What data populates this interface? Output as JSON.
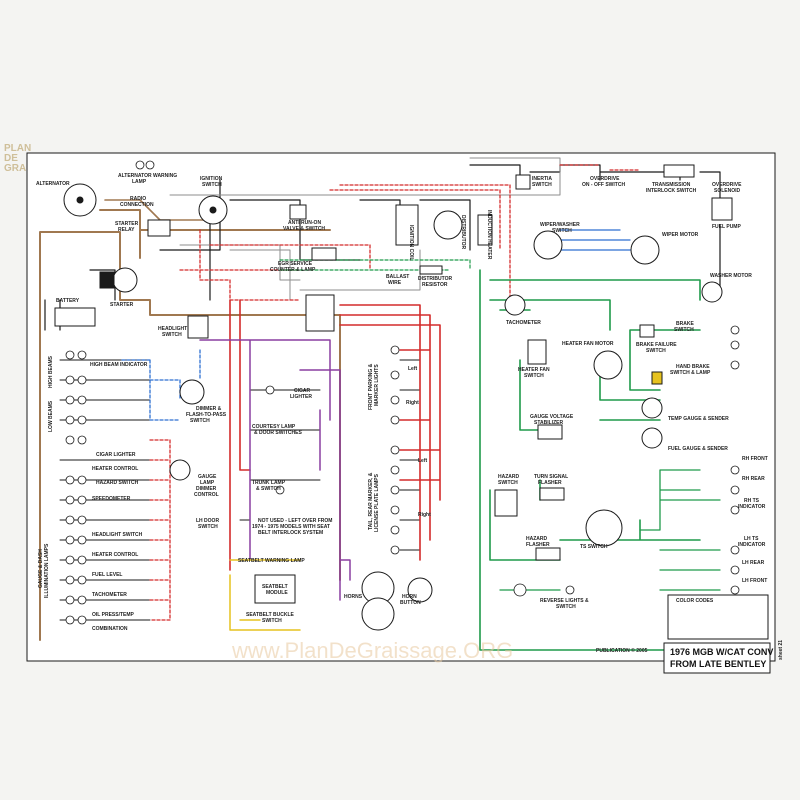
{
  "watermark": {
    "corner_lines": [
      "PLAN",
      "DE",
      "GRAISSAGE"
    ],
    "bottom": "www.PlanDeGraissage.ORG"
  },
  "title": {
    "line1": "1976 MGB W/CAT CONV",
    "line2": "FROM LATE BENTLEY"
  },
  "sheet": "sheet 21",
  "publisher": "PUBLICATION © 2005",
  "colors": {
    "black": "#1a1a1a",
    "red": "#d42b2b",
    "green": "#1f9a4a",
    "brown": "#a07850",
    "blue": "#2d6fd1",
    "purple": "#8a3ea0",
    "yellow": "#e6c21f",
    "white": "#ffffff",
    "grey": "#8e8e8e",
    "paper": "#f4f4f2"
  },
  "labels": [
    {
      "id": "alternator",
      "text": "ALTERNATOR"
    },
    {
      "id": "alt-warn",
      "text": "ALTERNATOR WARNING"
    },
    {
      "id": "alt-warn2",
      "text": "LAMP"
    },
    {
      "id": "ignition",
      "text": "IGNITION"
    },
    {
      "id": "ignition2",
      "text": "SWITCH"
    },
    {
      "id": "radio",
      "text": "RADIO"
    },
    {
      "id": "radio2",
      "text": "CONNECTION"
    },
    {
      "id": "starter-relay",
      "text": "STARTER"
    },
    {
      "id": "starter-relay2",
      "text": "RELAY"
    },
    {
      "id": "starter",
      "text": "STARTER"
    },
    {
      "id": "battery",
      "text": "BATTERY"
    },
    {
      "id": "anti-run",
      "text": "ANTI RUN-ON"
    },
    {
      "id": "anti-run2",
      "text": "VALVE & SWITCH"
    },
    {
      "id": "egr",
      "text": "EGR SERVICE"
    },
    {
      "id": "egr2",
      "text": "COUNTER & LAMP"
    },
    {
      "id": "ignition-coil",
      "text": "IGNITION COIL"
    },
    {
      "id": "ballast",
      "text": "BALLAST"
    },
    {
      "id": "ballast2",
      "text": "WIRE"
    },
    {
      "id": "dist-res",
      "text": "DISTRIBUTOR"
    },
    {
      "id": "dist-res2",
      "text": "RESISTOR"
    },
    {
      "id": "distributor",
      "text": "DISTRIBUTOR"
    },
    {
      "id": "induction",
      "text": "INDUCTION HEATER"
    },
    {
      "id": "inertia",
      "text": "INERTIA"
    },
    {
      "id": "inertia2",
      "text": "SWITCH"
    },
    {
      "id": "overdrive-sw",
      "text": "OVERDRIVE"
    },
    {
      "id": "overdrive-sw2",
      "text": "ON - OFF SWITCH"
    },
    {
      "id": "transmission",
      "text": "TRANSMISSION"
    },
    {
      "id": "transmission2",
      "text": "INTERLOCK SWITCH"
    },
    {
      "id": "od-sol",
      "text": "OVERDRIVE"
    },
    {
      "id": "od-sol2",
      "text": "SOLENOID"
    },
    {
      "id": "fuel-pump",
      "text": "FUEL PUMP"
    },
    {
      "id": "wiper-washer",
      "text": "WIPER/WASHER"
    },
    {
      "id": "wiper-washer2",
      "text": "SWITCH"
    },
    {
      "id": "wiper-motor",
      "text": "WIPER MOTOR"
    },
    {
      "id": "washer-motor",
      "text": "WASHER MOTOR"
    },
    {
      "id": "tachometer",
      "text": "TACHOMETER"
    },
    {
      "id": "brake-sw",
      "text": "BRAKE"
    },
    {
      "id": "brake-sw2",
      "text": "SWITCH"
    },
    {
      "id": "brake-fail",
      "text": "BRAKE FAILURE"
    },
    {
      "id": "brake-fail2",
      "text": "SWITCH"
    },
    {
      "id": "handbrake",
      "text": "HAND BRAKE"
    },
    {
      "id": "handbrake2",
      "text": "SWITCH & LAMP"
    },
    {
      "id": "heater-fan-motor",
      "text": "HEATER FAN MOTOR"
    },
    {
      "id": "heater-fan-sw",
      "text": "HEATER FAN"
    },
    {
      "id": "heater-fan-sw2",
      "text": "SWITCH"
    },
    {
      "id": "temp-gauge",
      "text": "TEMP GAUGE & SENDER"
    },
    {
      "id": "fuel-gauge",
      "text": "FUEL GAUGE & SENDER"
    },
    {
      "id": "gauge-volt",
      "text": "GAUGE VOLTAGE"
    },
    {
      "id": "gauge-volt2",
      "text": "STABILIZER"
    },
    {
      "id": "headlight-sw",
      "text": "HEADLIGHT"
    },
    {
      "id": "headlight-sw2",
      "text": "SWITCH"
    },
    {
      "id": "high-beam-ind",
      "text": "HIGH BEAM INDICATOR"
    },
    {
      "id": "high-beams",
      "text": "HIGH BEAMS"
    },
    {
      "id": "low-beams",
      "text": "LOW BEAMS"
    },
    {
      "id": "dimmer",
      "text": "DIMMER &"
    },
    {
      "id": "dimmer2",
      "text": "FLASH-TO-PASS"
    },
    {
      "id": "dimmer3",
      "text": "SWITCH"
    },
    {
      "id": "cigar",
      "text": "CIGAR"
    },
    {
      "id": "cigar2",
      "text": "LIGHTER"
    },
    {
      "id": "courtesy",
      "text": "COURTESY LAMP"
    },
    {
      "id": "courtesy2",
      "text": "& DOOR SWITCHES"
    },
    {
      "id": "trunk",
      "text": "TRUNK LAMP"
    },
    {
      "id": "trunk2",
      "text": "& SWITCH"
    },
    {
      "id": "gauge-lamp",
      "text": "GAUGE"
    },
    {
      "id": "gauge-lamp2",
      "text": "LAMP"
    },
    {
      "id": "gauge-lamp3",
      "text": "DIMMER"
    },
    {
      "id": "gauge-lamp4",
      "text": "CONTROL"
    },
    {
      "id": "lh-door",
      "text": "LH DOOR"
    },
    {
      "id": "lh-door2",
      "text": "SWITCH"
    },
    {
      "id": "not-used",
      "text": "NOT USED - LEFT OVER FROM"
    },
    {
      "id": "not-used2",
      "text": "1974 - 1975 MODELS WITH SEAT"
    },
    {
      "id": "not-used3",
      "text": "BELT INTERLOCK SYSTEM"
    },
    {
      "id": "seatbelt-lamp",
      "text": "SEATBELT WARNING LAMP"
    },
    {
      "id": "seatbelt-mod",
      "text": "SEATBELT"
    },
    {
      "id": "seatbelt-mod2",
      "text": "MODULE"
    },
    {
      "id": "seatbelt-buckle",
      "text": "SEATBELT BUCKLE"
    },
    {
      "id": "seatbelt-buckle2",
      "text": "SWITCH"
    },
    {
      "id": "horns",
      "text": "HORNS"
    },
    {
      "id": "horn-btn",
      "text": "HORN"
    },
    {
      "id": "horn-btn2",
      "text": "BUTTON"
    },
    {
      "id": "front-parking",
      "text": "FRONT PARKING &"
    },
    {
      "id": "front-parking2",
      "text": "MARKER LIGHTS"
    },
    {
      "id": "tail-rear",
      "text": "TAIL, REAR MARKER, &"
    },
    {
      "id": "tail-rear2",
      "text": "LICENSE PLATE LAMPS"
    },
    {
      "id": "left1",
      "text": "Left"
    },
    {
      "id": "right1",
      "text": "Right"
    },
    {
      "id": "left2",
      "text": "Left"
    },
    {
      "id": "right2",
      "text": "Right"
    },
    {
      "id": "hazard-sw",
      "text": "HAZARD"
    },
    {
      "id": "hazard-sw2",
      "text": "SWITCH"
    },
    {
      "id": "turn-flasher",
      "text": "TURN SIGNAL"
    },
    {
      "id": "turn-flasher2",
      "text": "FLASHER"
    },
    {
      "id": "hazard-flasher",
      "text": "HAZARD"
    },
    {
      "id": "hazard-flasher2",
      "text": "FLASHER"
    },
    {
      "id": "ts-switch",
      "text": "TS SWITCH"
    },
    {
      "id": "rh-front",
      "text": "RH FRONT"
    },
    {
      "id": "rh-rear",
      "text": "RH REAR"
    },
    {
      "id": "rh-ts",
      "text": "RH TS"
    },
    {
      "id": "rh-ts2",
      "text": "INDICATOR"
    },
    {
      "id": "lh-ts",
      "text": "LH TS"
    },
    {
      "id": "lh-ts2",
      "text": "INDICATOR"
    },
    {
      "id": "lh-rear",
      "text": "LH REAR"
    },
    {
      "id": "lh-front",
      "text": "LH FRONT"
    },
    {
      "id": "reverse",
      "text": "REVERSE LIGHTS &"
    },
    {
      "id": "reverse2",
      "text": "SWITCH"
    },
    {
      "id": "gauge-dash",
      "text": "GAUGE & DASH"
    },
    {
      "id": "gauge-dash2",
      "text": "ILLUMINATION LAMPS"
    },
    {
      "id": "heater-ctl",
      "text": "HEATER CONTROL"
    },
    {
      "id": "speedo",
      "text": "SPEEDOMETER"
    },
    {
      "id": "headlight-sw-lamp",
      "text": "HEADLIGHT SWITCH"
    },
    {
      "id": "heater-ctl2",
      "text": "HEATER CONTROL"
    },
    {
      "id": "fuel-level",
      "text": "FUEL LEVEL"
    },
    {
      "id": "tach-lamp",
      "text": "TACHOMETER"
    },
    {
      "id": "oil-temp",
      "text": "OIL PRESS/TEMP"
    },
    {
      "id": "cigar-lamp",
      "text": "CIGAR LIGHTER"
    },
    {
      "id": "hazard-lamp",
      "text": "HAZARD SWITCH"
    },
    {
      "id": "combo",
      "text": "COMBINATION"
    },
    {
      "id": "legend-title",
      "text": "COLOR CODES"
    }
  ]
}
